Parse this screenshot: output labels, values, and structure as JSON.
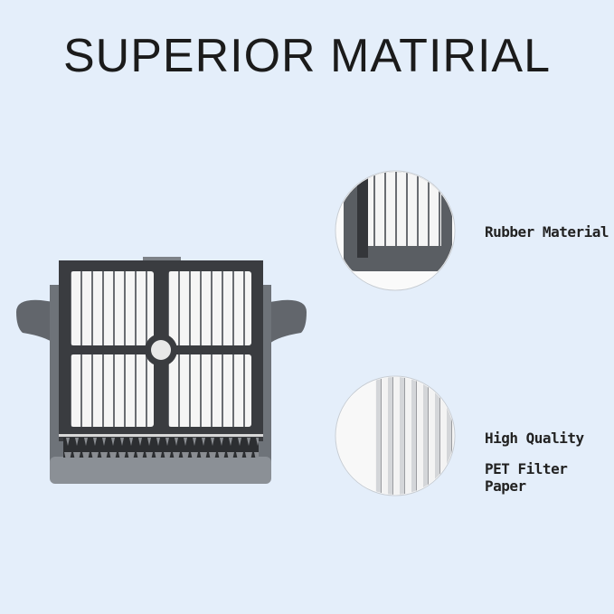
{
  "title": "SUPERIOR MATIRIAL",
  "features": [
    {
      "label": "Rubber Material"
    },
    {
      "label_line1": "High Quality",
      "label_line2": "PET Filter Paper"
    }
  ],
  "colors": {
    "background": "#e4eefa",
    "frame": "#3a3c40",
    "housing": "#6e7379",
    "filter": "#f4f4f4"
  }
}
